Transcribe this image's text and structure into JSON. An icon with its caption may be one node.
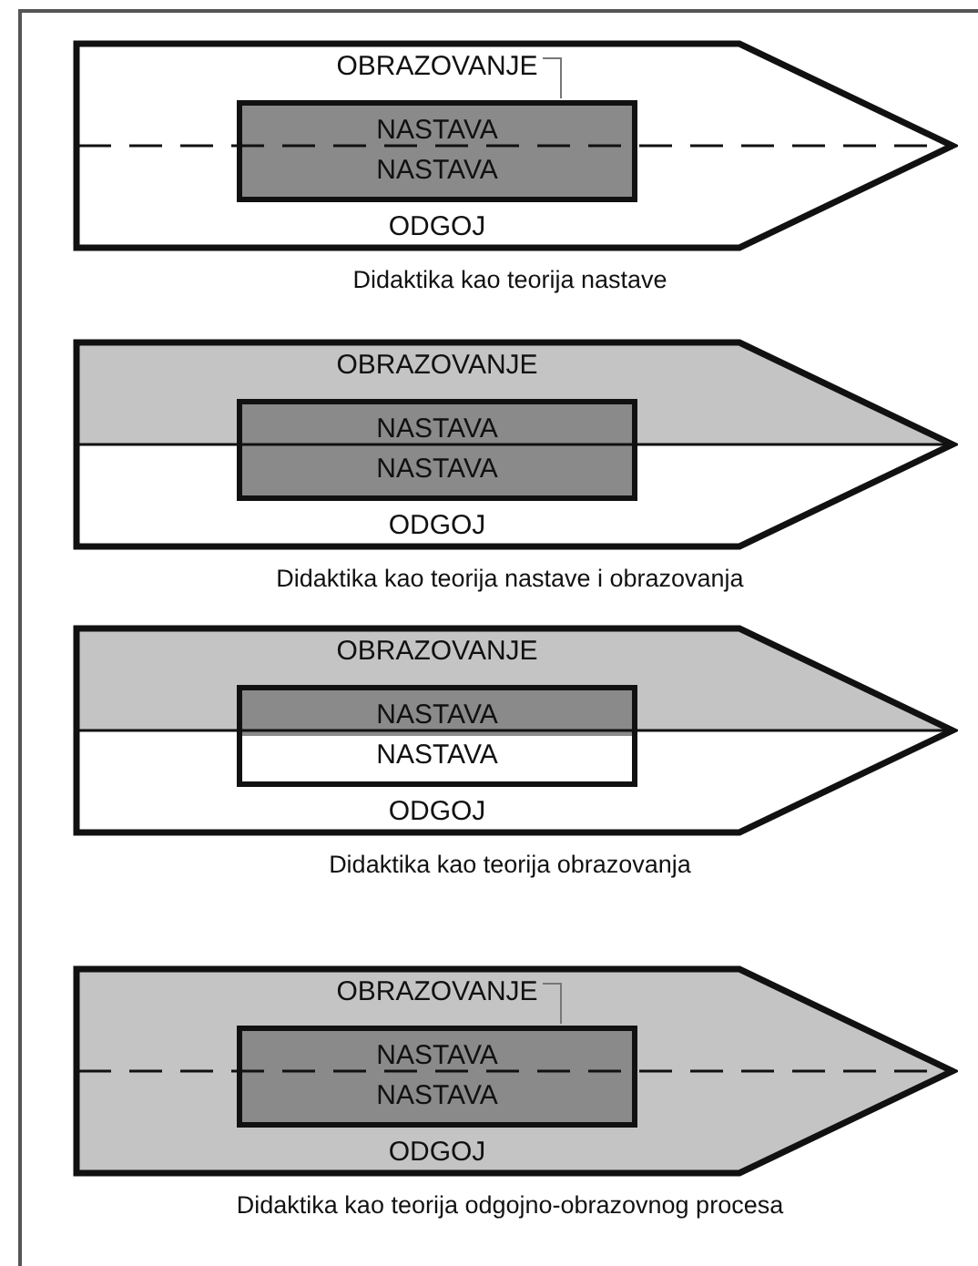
{
  "diagram": {
    "nodes": [
      {
        "text": [
          "OBRAZOVANJE",
          "ODGOJ"
        ],
        "beside": [
          "Didaktika kao teorija nastave"
        ]
      },
      {
        "text": [
          "NASTAVA",
          "NASTAVA"
        ],
        "in": 0
      },
      {
        "text": [
          "OBRAZOVANJE",
          "ODGOJ"
        ],
        "beside": [
          "Didaktika kao teorija nastave i obrazovanja"
        ]
      },
      {
        "text": [
          "NASTAVA",
          "NASTAVA"
        ],
        "in": 2
      },
      {
        "text": [
          "OBRAZOVANJE",
          "ODGOJ"
        ],
        "beside": [
          "Didaktika kao teorija obrazovanja"
        ]
      },
      {
        "text": [
          "NASTAVA",
          "NASTAVA"
        ],
        "in": 4
      },
      {
        "text": [
          "OBRAZOVANJE",
          "ODGOJ"
        ],
        "beside": [
          "Didaktika kao teorija odgojno-obrazovnog procesa"
        ]
      },
      {
        "text": [
          "NASTAVA",
          "NASTAVA"
        ],
        "in": 6
      }
    ]
  }
}
